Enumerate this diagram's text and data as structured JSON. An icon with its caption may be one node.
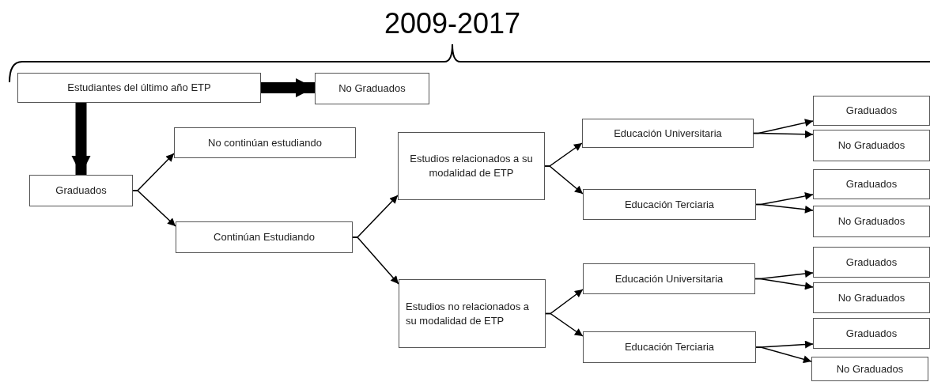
{
  "diagram": {
    "title": "2009-2017",
    "nodes": [
      {
        "text": [
          "Estudiantes del último año ETP"
        ]
      },
      {
        "text": [
          "No Graduados"
        ]
      },
      {
        "text": [
          "No continúan estudiando"
        ]
      },
      {
        "text": [
          "Graduados"
        ]
      },
      {
        "text": [
          "Continúan Estudiando"
        ]
      },
      {
        "text": [
          "Estudios relacionados a su modalidad de ETP"
        ]
      },
      {
        "text": [
          "Educación Universitaria"
        ]
      },
      {
        "text": [
          "Graduados"
        ]
      },
      {
        "text": [
          "No Graduados"
        ]
      },
      {
        "text": [
          "Educación Terciaria"
        ]
      },
      {
        "text": [
          "Graduados"
        ]
      },
      {
        "text": [
          "No Graduados"
        ]
      },
      {
        "text": [
          "Estudios no relacionados a su modalidad de ETP"
        ]
      },
      {
        "text": [
          "Educación Universitaria"
        ]
      },
      {
        "text": [
          "Graduados"
        ]
      },
      {
        "text": [
          "No Graduados"
        ]
      },
      {
        "text": [
          "Educación Terciaria"
        ]
      },
      {
        "text": [
          "Graduados"
        ]
      },
      {
        "text": [
          "No Graduados"
        ]
      }
    ],
    "edges": [
      {
        "from": 0,
        "to": 1,
        "arrow": "to",
        "style": "thick"
      },
      {
        "from": 0,
        "to": 3,
        "arrow": "to",
        "style": "thick"
      },
      {
        "from": 3,
        "to": 2,
        "arrow": "to"
      },
      {
        "from": 3,
        "to": 4,
        "arrow": "to"
      },
      {
        "from": 4,
        "to": 5,
        "arrow": "to"
      },
      {
        "from": 4,
        "to": 12,
        "arrow": "to"
      },
      {
        "from": 5,
        "to": 6,
        "arrow": "to"
      },
      {
        "from": 5,
        "to": 9,
        "arrow": "to"
      },
      {
        "from": 6,
        "to": 7,
        "arrow": "to"
      },
      {
        "from": 6,
        "to": 8,
        "arrow": "to"
      },
      {
        "from": 9,
        "to": 10,
        "arrow": "to"
      },
      {
        "from": 9,
        "to": 11,
        "arrow": "to"
      },
      {
        "from": 12,
        "to": 13,
        "arrow": "to"
      },
      {
        "from": 12,
        "to": 16,
        "arrow": "to"
      },
      {
        "from": 13,
        "to": 14,
        "arrow": "to"
      },
      {
        "from": 13,
        "to": 15,
        "arrow": "to"
      },
      {
        "from": 16,
        "to": 17,
        "arrow": "to"
      },
      {
        "from": 16,
        "to": 18,
        "arrow": "to"
      }
    ]
  }
}
